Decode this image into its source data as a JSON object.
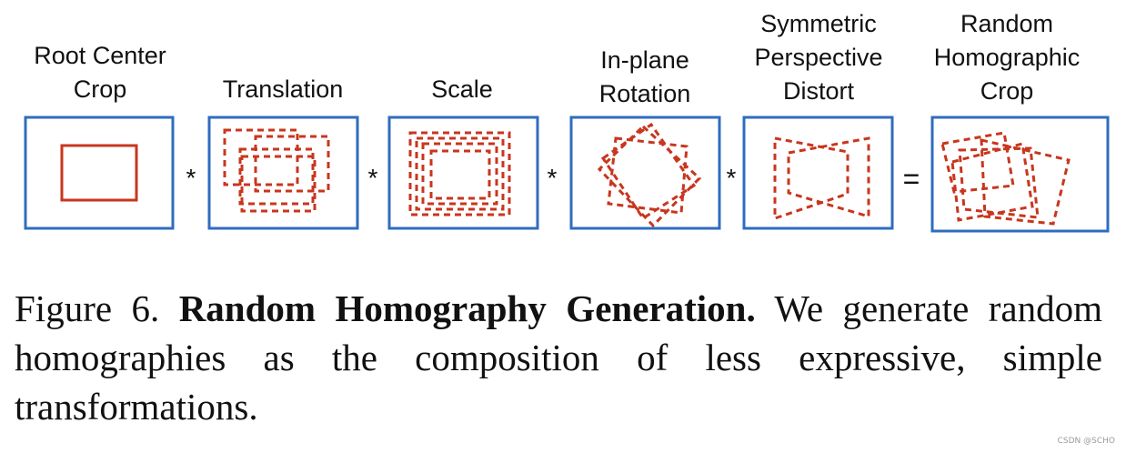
{
  "labels": {
    "root_center_crop": [
      "Root Center",
      "Crop"
    ],
    "translation": [
      "Translation"
    ],
    "scale": [
      "Scale"
    ],
    "in_plane_rotation": [
      "In-plane",
      "Rotation"
    ],
    "symmetric_perspective_distort": [
      "Symmetric",
      "Perspective",
      "Distort"
    ],
    "random_homographic_crop": [
      "Random",
      "Homographic",
      "Crop"
    ]
  },
  "operators": [
    "*",
    "*",
    "*",
    "*",
    "="
  ],
  "caption": {
    "figure_number": "Figure 6.",
    "title": "Random Homography Generation.",
    "text": "We generate random homographies as the composition of less expressive, simple transformations."
  },
  "credit": "CSDN @SCHO",
  "colors": {
    "frame": "#2f6cc0",
    "crop": "#c8361e"
  }
}
